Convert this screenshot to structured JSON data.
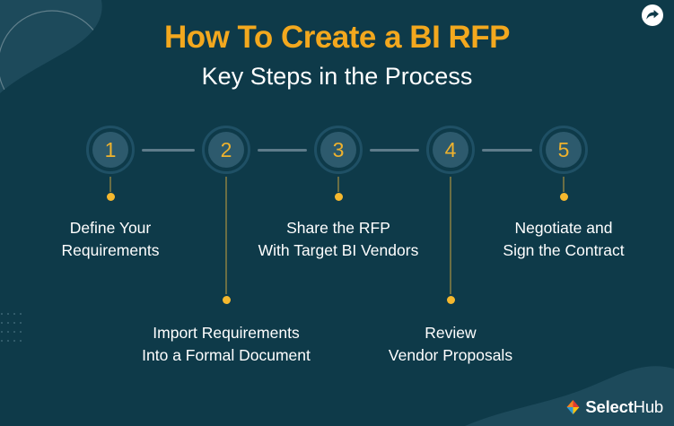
{
  "header": {
    "title": "How To Create a BI RFP",
    "subtitle": "Key Steps in the Process"
  },
  "steps": [
    {
      "number": "1",
      "line1": "Define Your",
      "line2": "Requirements",
      "label_position": "top"
    },
    {
      "number": "2",
      "line1": "Import Requirements",
      "line2": "Into a Formal Document",
      "label_position": "bottom"
    },
    {
      "number": "3",
      "line1": "Share the RFP",
      "line2": "With Target BI Vendors",
      "label_position": "top"
    },
    {
      "number": "4",
      "line1": "Review",
      "line2": "Vendor Proposals",
      "label_position": "bottom"
    },
    {
      "number": "5",
      "line1": "Negotiate and",
      "line2": "Sign the Contract",
      "label_position": "top"
    }
  ],
  "branding": {
    "logo_select": "Select",
    "logo_hub": "Hub"
  },
  "icons": {
    "share": "share-forward-arrow",
    "logo_mark": "selecthub-cube"
  },
  "colors": {
    "background": "#0E3A49",
    "corner_shape": "#1D4A5B",
    "title_gold": "#F3A81E",
    "text_white": "#FFFFFF",
    "circle_ring": "#1F5065",
    "circle_fill": "#2D5A6D",
    "number_gold": "#EFB22D",
    "connector_gray": "#5E7B8A",
    "dot_gold": "#F5B82E",
    "logo_orange": "#F5821F",
    "logo_red": "#E03C31",
    "logo_blue": "#2E9BD6",
    "logo_yellow": "#FFC20E"
  }
}
